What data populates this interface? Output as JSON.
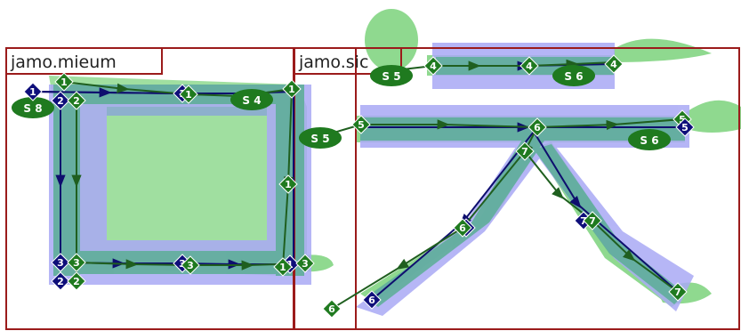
{
  "boxes": [
    {
      "id": "mieum",
      "label": "jamo.mieum"
    },
    {
      "id": "sic",
      "label": "jamo.sic"
    }
  ],
  "stroke_labels": [
    {
      "id": "s8",
      "text": "S 8"
    },
    {
      "id": "s4",
      "text": "S 4"
    },
    {
      "id": "s5a",
      "text": "S 5"
    },
    {
      "id": "s6a",
      "text": "S 6"
    },
    {
      "id": "s5b",
      "text": "S 5"
    },
    {
      "id": "s6b",
      "text": "S 6"
    }
  ],
  "colors": {
    "box_border": "#9b1b1b",
    "blue_fill": "#a9a9f5",
    "green_fill": "#8fd98f",
    "teal_overlap": "#5fae9a",
    "green_marker": "#1f7a1f",
    "navy_marker": "#0e0e7a",
    "green_line": "#1f5f1f",
    "navy_line": "#0e0e6e"
  }
}
